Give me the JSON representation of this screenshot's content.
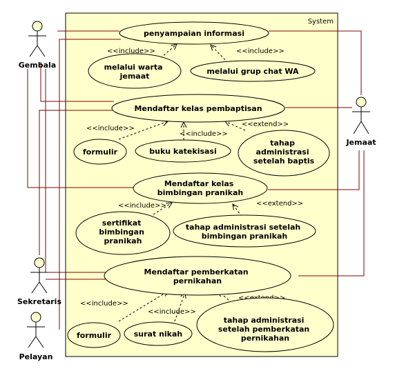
{
  "system": {
    "label": "System"
  },
  "actors": {
    "gembala": "Gembala",
    "jemaat": "Jemaat",
    "sekretaris": "Sekretaris",
    "pelayan": "Pelayan"
  },
  "use_cases": {
    "penyampaian_informasi": [
      "penyampaian informasi"
    ],
    "warta_jemaat": [
      "melalui warta",
      "jemaat"
    ],
    "grup_chat": [
      "melalui grup chat WA"
    ],
    "kelas_pembaptisan": [
      "Mendaftar kelas pembaptisan"
    ],
    "formulir_1": [
      "formulir"
    ],
    "buku_katekisasi": [
      "buku katekisasi"
    ],
    "admin_baptis": [
      "tahap",
      "administrasi",
      "setelah baptis"
    ],
    "kelas_pranikah": [
      "Mendaftar kelas",
      "bimbingan pranikah"
    ],
    "sertifikat": [
      "sertifikat",
      "bimbingan",
      "pranikah"
    ],
    "admin_pranikah": [
      "tahap administrasi setelah",
      "bimbingan pranikah"
    ],
    "pemberkatan": [
      "Mendaftar pemberkatan",
      "pernikahan"
    ],
    "formulir_2": [
      "formulir"
    ],
    "surat_nikah": [
      "surat nikah"
    ],
    "admin_pemberkatan": [
      "tahap administrasi",
      "setelah pemberkatan",
      "pernikahan"
    ]
  },
  "relations": {
    "include_warta": "<<include>>",
    "include_grup": "<<include>>",
    "include_formulir_1": "<<include>>",
    "include_buku": "<<include>>",
    "extend_baptis": "<<extend>>",
    "include_sertifikat": "<<include>>",
    "extend_pranikah": "<<extend>>",
    "include_formulir_2": "<<include>>",
    "include_surat": "<<include>>",
    "extend_pemberkatan": "<<extend>>"
  },
  "colors": {
    "system_fill": "#FFFFCC",
    "usecase_fill": "#FFFFCC",
    "actor_fill": "#FFFFCC",
    "association": "#800000",
    "dependency": "#000000"
  }
}
